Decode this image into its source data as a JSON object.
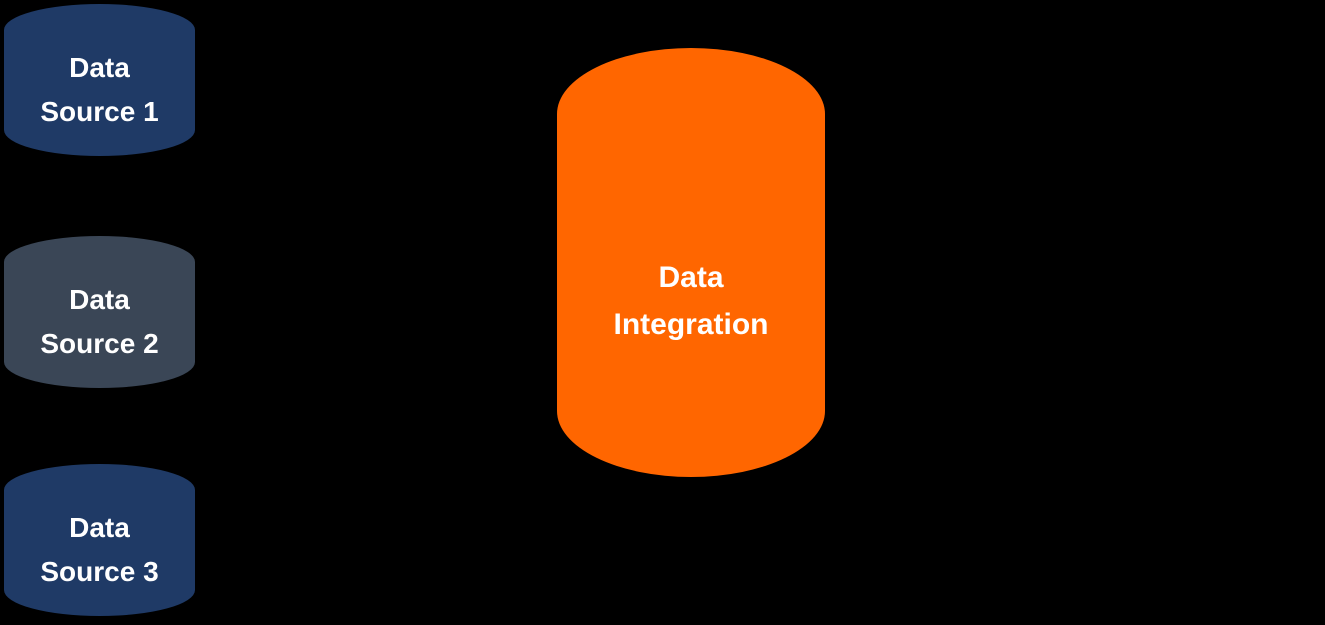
{
  "page": {
    "background_color": "#000000",
    "label_text_color": "#FFFFFF"
  },
  "diagram": {
    "data_sources": [
      {
        "line1": "Data",
        "line2": "Source 1",
        "fill": "#1F3A66"
      },
      {
        "line1": "Data",
        "line2": "Source 2",
        "fill": "#3A4656"
      },
      {
        "line1": "Data",
        "line2": "Source 3",
        "fill": "#1F3A66"
      }
    ],
    "integration": {
      "line1": "Data",
      "line2": "Integration",
      "fill": "#FF6600"
    }
  }
}
